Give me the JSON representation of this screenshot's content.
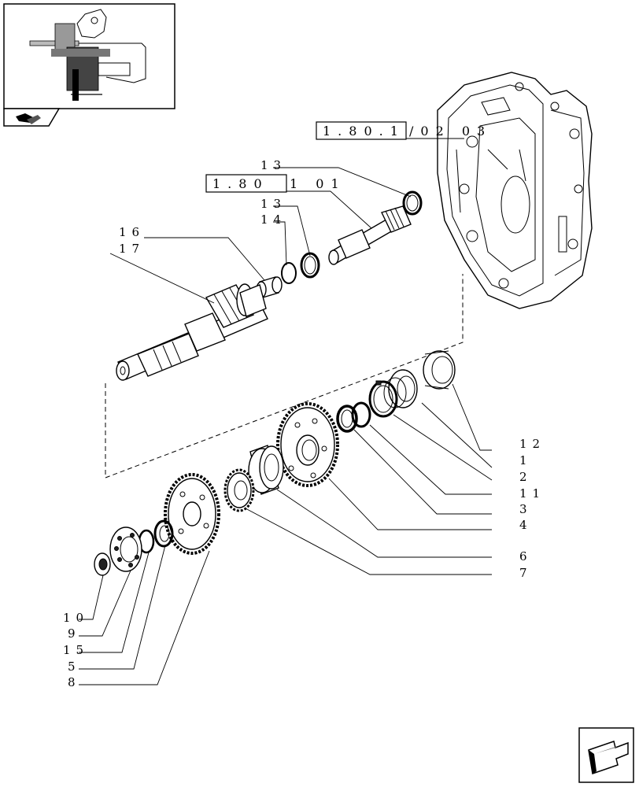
{
  "reference_boxes": [
    {
      "id": "ref-1",
      "text": "1.80.1",
      "suffix": "/02 03"
    },
    {
      "id": "ref-2",
      "text": "1.80",
      "suffix": "1 01"
    }
  ],
  "callouts": {
    "c13a": "13",
    "c13b": "13",
    "c14": "14",
    "c16": "16",
    "c17": "17",
    "c12": "12",
    "c1": "1",
    "c2": "2",
    "c11": "11",
    "c3": "3",
    "c4": "4",
    "c6": "6",
    "c7": "7",
    "c10": "10",
    "c9": "9",
    "c15": "15",
    "c5": "5",
    "c8": "8"
  },
  "icons": {
    "thumbnail": "assembly-thumbnail-icon",
    "tab": "book-tab-icon",
    "nav": "next-page-arrow-icon"
  }
}
